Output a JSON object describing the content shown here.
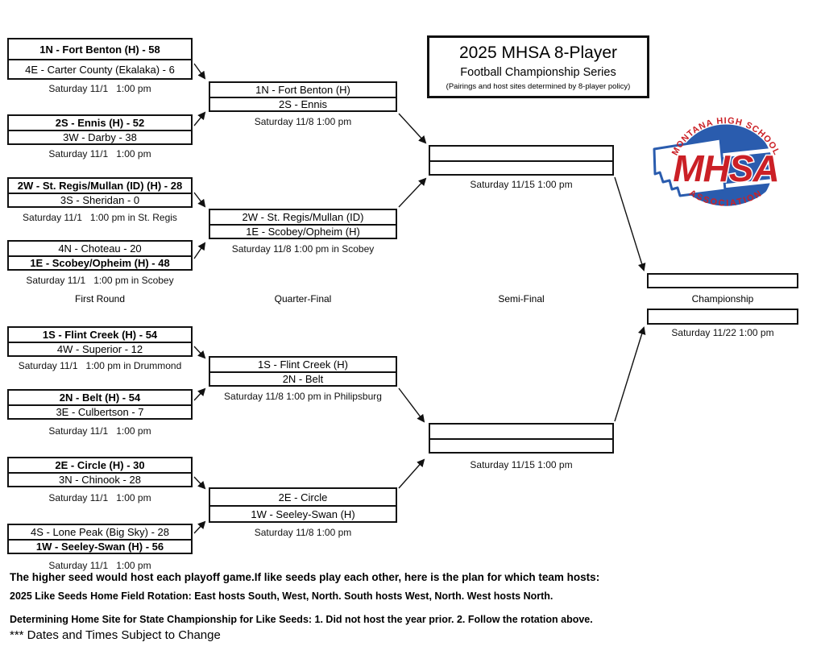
{
  "title_box": {
    "line1": "2025 MHSA 8-Player",
    "line2": "Football Championship Series",
    "line3": "(Pairings and host sites determined by 8-player policy)"
  },
  "round_labels": [
    "First Round",
    "Quarter-Final",
    "Semi-Final",
    "Championship"
  ],
  "first_round": [
    {
      "top": "1N - Fort Benton (H) - 58",
      "bottom": "4E - Carter County (Ekalaka) - 6",
      "date": "Saturday 11/1   1:00 pm"
    },
    {
      "top": "2S - Ennis (H) - 52",
      "bottom": "3W - Darby - 38",
      "date": "Saturday 11/1   1:00 pm"
    },
    {
      "top": "2W - St. Regis/Mullan (ID) (H) - 28",
      "bottom": "3S - Sheridan - 0",
      "date": "Saturday 11/1   1:00 pm in St. Regis"
    },
    {
      "top": "4N - Choteau - 20",
      "bottom": "1E - Scobey/Opheim (H) - 48",
      "date": "Saturday 11/1   1:00 pm in Scobey"
    },
    {
      "top": "1S - Flint Creek (H) - 54",
      "bottom": "4W - Superior - 12",
      "date": "Saturday 11/1   1:00 pm in Drummond"
    },
    {
      "top": "2N - Belt (H) - 54",
      "bottom": "3E - Culbertson - 7",
      "date": "Saturday 11/1   1:00 pm"
    },
    {
      "top": "2E - Circle (H) - 30",
      "bottom": "3N - Chinook - 28",
      "date": "Saturday 11/1   1:00 pm"
    },
    {
      "top": "4S - Lone Peak (Big Sky) - 28",
      "bottom": "1W - Seeley-Swan (H) - 56",
      "date": "Saturday 11/1   1:00 pm"
    }
  ],
  "quarter_finals": [
    {
      "top": "1N - Fort Benton (H)",
      "bottom": "2S - Ennis",
      "date": "Saturday 11/8 1:00 pm"
    },
    {
      "top": "2W - St. Regis/Mullan (ID)",
      "bottom": "1E - Scobey/Opheim (H)",
      "date": "Saturday 11/8 1:00 pm in Scobey"
    },
    {
      "top": "1S - Flint Creek (H)",
      "bottom": "2N - Belt",
      "date": "Saturday 11/8 1:00 pm in Philipsburg"
    },
    {
      "top": "2E - Circle",
      "bottom": "1W - Seeley-Swan (H)",
      "date": "Saturday 11/8 1:00 pm"
    }
  ],
  "semi_finals": [
    {
      "date": "Saturday 11/15 1:00 pm"
    },
    {
      "date": "Saturday 11/15 1:00 pm"
    }
  ],
  "championship": {
    "date": "Saturday 11/22 1:00 pm"
  },
  "notes": {
    "line1": "The higher seed would host each playoff game.If like seeds play each other, here is the plan for which team hosts:",
    "line2": "2025 Like Seeds Home Field Rotation: East hosts South, West, North. South hosts West, North. West hosts North.",
    "line3": "Determining Home Site for State Championship for Like Seeds: 1. Did not host the year prior. 2. Follow the rotation above.",
    "line4": "*** Dates and Times Subject to Change"
  },
  "logo": {
    "arc_top": "MONTANA HIGH SCHOOL",
    "main": "MHSA",
    "arc_bottom": "ASSOCIATION"
  },
  "colors": {
    "logo_blue": "#2A5CAE",
    "logo_red": "#CB2026",
    "line_black": "#111111"
  }
}
